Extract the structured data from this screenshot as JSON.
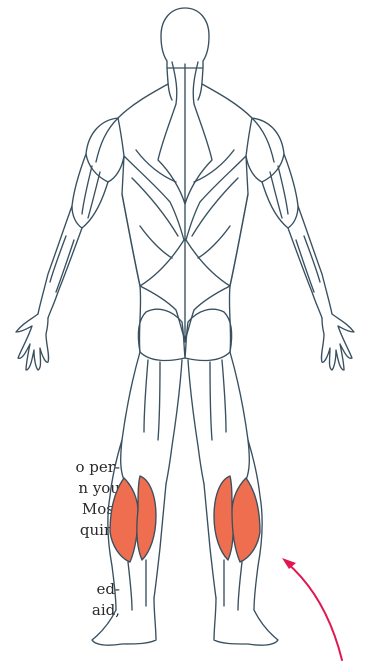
{
  "text_fragment_top": [
    "o per-",
    "n you",
    "Most",
    "quire"
  ],
  "text_fragment_bottom": [
    "ed-",
    "aid,"
  ],
  "colors": {
    "outline": "#38505f",
    "highlight": "#ef6e4f",
    "pointer": "#e0184f",
    "text": "#2a2a2a"
  },
  "highlighted_muscle": "calves",
  "view": "posterior"
}
